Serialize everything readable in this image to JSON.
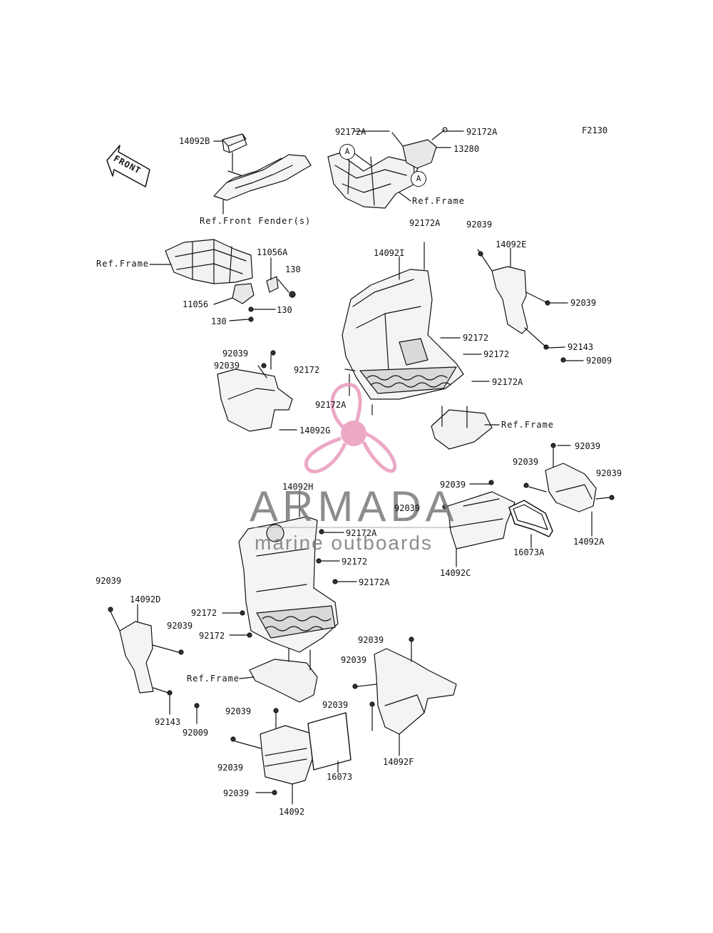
{
  "figure_code": "F2130",
  "front_arrow_label": "FRONT",
  "callout_A": "A",
  "watermark": {
    "brand": "ARMADA",
    "tagline": "marine outboards",
    "color_pink": "#e99bbd",
    "color_gray": "#7a7a7a"
  },
  "labels": {
    "l14092B": "14092B",
    "ref_front_fender": "Ref.Front Fender(s)",
    "l92172A_top_left": "92172A",
    "l92172A_top_right": "92172A",
    "l13280": "13280",
    "ref_frame_top": "Ref.Frame",
    "ref_frame_left": "Ref.Frame",
    "l11056A": "11056A",
    "l130_a": "130",
    "l130_b": "130",
    "l130_c": "130",
    "l11056": "11056",
    "l92172A_center_top": "92172A",
    "l14092I": "14092I",
    "l92039_r1": "92039",
    "l14092E": "14092E",
    "l92039_r2": "92039",
    "l92143_r": "92143",
    "l92009_r": "92009",
    "l92172_c1": "92172",
    "l92172_c2": "92172",
    "l92172_c3": "92172",
    "l92172A_c4": "92172A",
    "l92172A_c5": "92172A",
    "ref_frame_center": "Ref.Frame",
    "l92039_g1": "92039",
    "l92039_g2": "92039",
    "l14092G": "14092G",
    "l92039_a1": "92039",
    "l92039_a2": "92039",
    "l92039_a3": "92039",
    "l92039_c1": "92039",
    "l92039_c2": "92039",
    "l16073A": "16073A",
    "l14092A": "14092A",
    "l14092C": "14092C",
    "l14092H": "14092H",
    "l92172A_h1": "92172A",
    "l92172_h2": "92172",
    "l92172A_h3": "92172A",
    "l92172_h4": "92172",
    "l92172_h5": "92172",
    "ref_frame_bottom": "Ref.Frame",
    "l92039_d1": "92039",
    "l14092D": "14092D",
    "l92039_d2": "92039",
    "l92143_d": "92143",
    "l92009_d": "92009",
    "l92039_f1": "92039",
    "l92039_f2": "92039",
    "l92039_f3": "92039",
    "l14092F": "14092F",
    "l92039_b1": "92039",
    "l92039_b2": "92039",
    "l92039_b3": "92039",
    "l16073": "16073",
    "l14092": "14092"
  }
}
